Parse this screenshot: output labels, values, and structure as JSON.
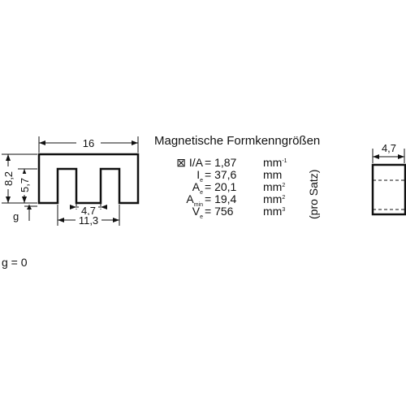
{
  "dimensions": {
    "width_total": "16",
    "height_total": "8,2",
    "height_inner": "5,7",
    "gap_label": "g",
    "center_leg": "4,7",
    "window_span": "11,3",
    "depth": "4,7"
  },
  "magnetic": {
    "title": "Magnetische Formkenngrößen",
    "note": "(pro Satz)",
    "rows": [
      {
        "symbol": "⊠ I/A",
        "sub": "",
        "value": "= 1,87",
        "unit": "mm",
        "exp": "-1"
      },
      {
        "symbol": "I",
        "sub": "e",
        "value": "= 37,6",
        "unit": "mm",
        "exp": ""
      },
      {
        "symbol": "A",
        "sub": "e",
        "value": "= 20,1",
        "unit": "mm",
        "exp": "2"
      },
      {
        "symbol": "A",
        "sub": "min",
        "value": "= 19,4",
        "unit": "mm",
        "exp": "2"
      },
      {
        "symbol": "V",
        "sub": "e",
        "value": "= 756",
        "unit": "mm",
        "exp": "3"
      }
    ]
  },
  "gap_value": "g = 0"
}
